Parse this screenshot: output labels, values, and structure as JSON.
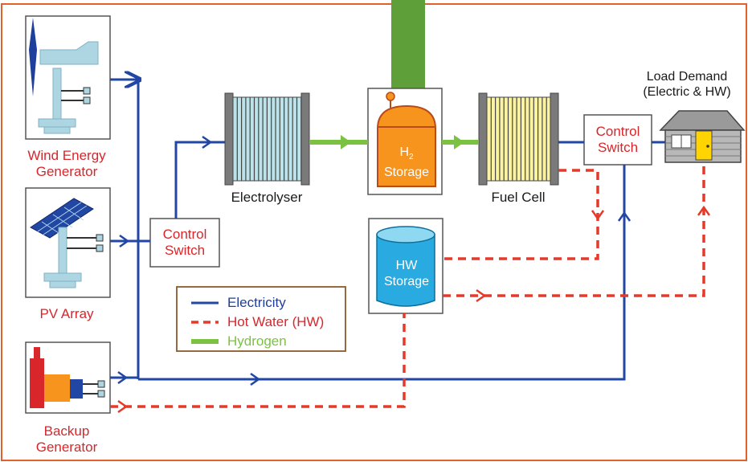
{
  "colors": {
    "electricity": "#2146a4",
    "hot_water": "#e53a2a",
    "hydrogen": "#7cc242",
    "frame": "#e0622a"
  },
  "components": {
    "wind": {
      "label_line1": "Wind Energy",
      "label_line2": "Generator"
    },
    "pv": {
      "label": "PV Array"
    },
    "backup": {
      "label_line1": "Backup",
      "label_line2": "Generator"
    },
    "control_switch_left": {
      "line1": "Control",
      "line2": "Switch"
    },
    "electrolyser": {
      "label": "Electrolyser"
    },
    "h2_storage": {
      "symbol": "H",
      "subscript": "2",
      "label": "Storage"
    },
    "fuel_cell": {
      "label": "Fuel Cell"
    },
    "control_switch_right": {
      "line1": "Control",
      "line2": "Switch"
    },
    "hw_storage": {
      "line1": "HW",
      "line2": "Storage"
    },
    "load": {
      "line1": "Load Demand",
      "line2": "(Electric & HW)"
    }
  },
  "legend": {
    "items": [
      {
        "label": "Electricity",
        "style": "solid",
        "icon": "blue-line"
      },
      {
        "label": "Hot Water (HW)",
        "style": "dashed",
        "icon": "red-dashed-line"
      },
      {
        "label": "Hydrogen",
        "style": "thick",
        "icon": "green-bar"
      }
    ]
  }
}
